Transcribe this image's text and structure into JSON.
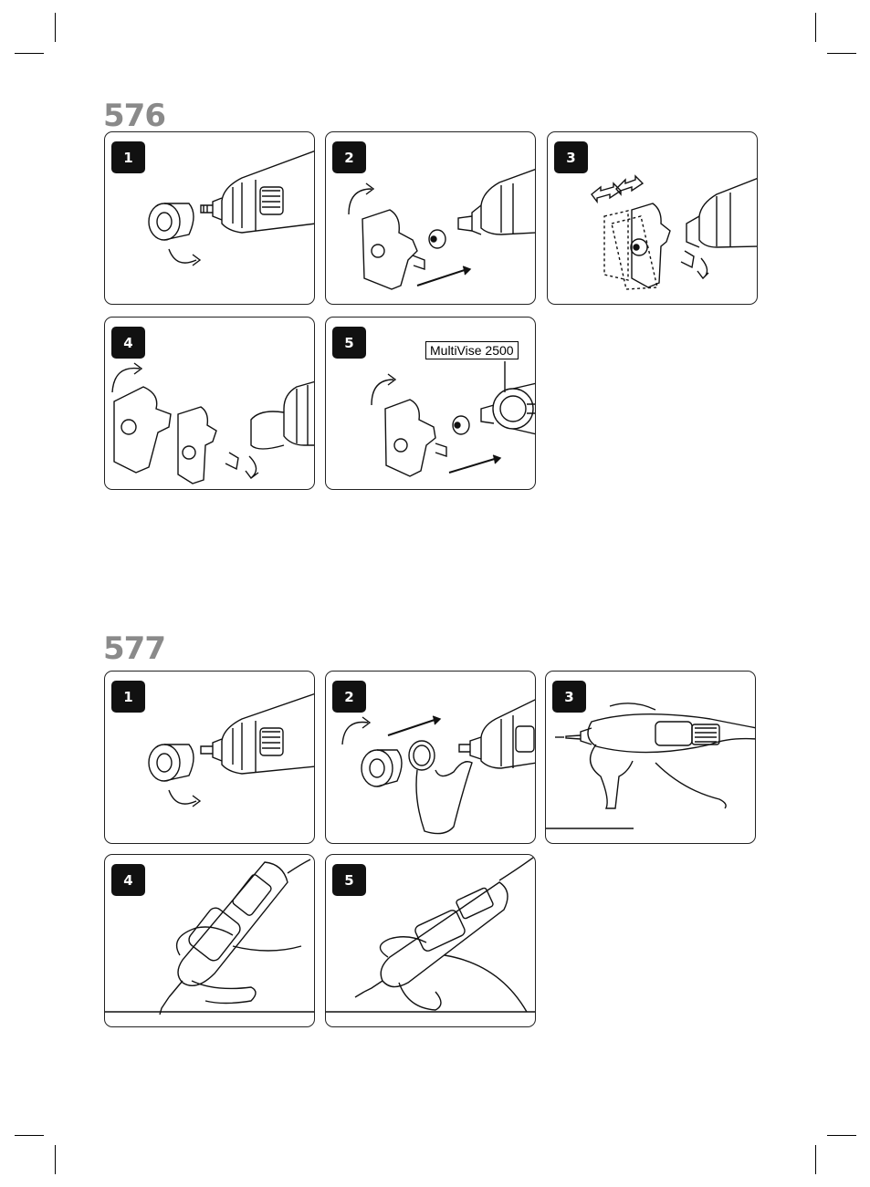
{
  "sections": [
    {
      "title": "576",
      "steps": [
        {
          "number": "1"
        },
        {
          "number": "2"
        },
        {
          "number": "3"
        },
        {
          "number": "4"
        },
        {
          "number": "5",
          "label": "MultiVise 2500"
        }
      ]
    },
    {
      "title": "577",
      "steps": [
        {
          "number": "1"
        },
        {
          "number": "2"
        },
        {
          "number": "3"
        },
        {
          "number": "4"
        },
        {
          "number": "5"
        }
      ]
    }
  ]
}
